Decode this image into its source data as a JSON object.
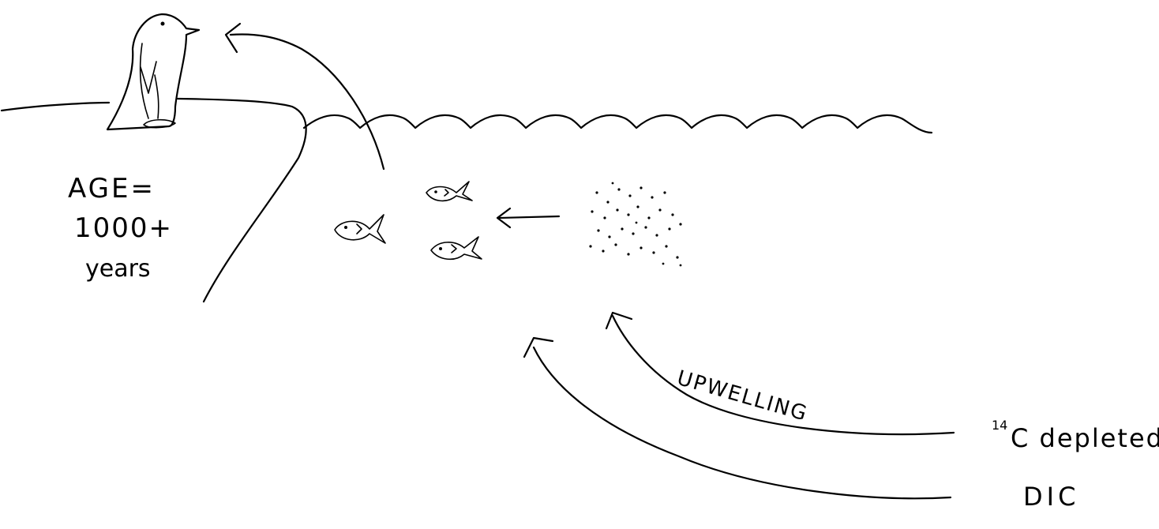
{
  "labels": {
    "age_line1": "AGE=",
    "age_line2": "1000+",
    "age_line3": "years",
    "upwelling": "UPWELLING",
    "isotope_superscript": "14",
    "isotope_rest": "C depleted",
    "dic": "DIC"
  }
}
